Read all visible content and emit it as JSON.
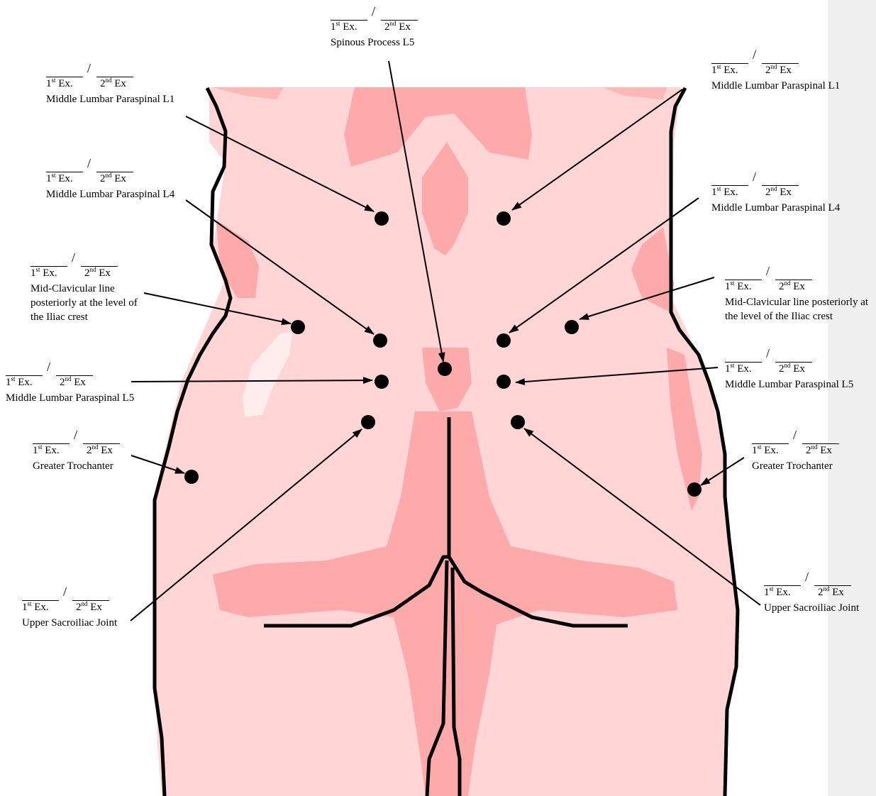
{
  "diagram": {
    "first_exam_label": "Ex.",
    "first_exam_ordinal": "st",
    "first_exam_number": "1",
    "second_exam_label": "Ex",
    "second_exam_ordinal": "nd",
    "second_exam_number": "2",
    "separator": "/",
    "colors": {
      "skin": "#ffd5d5",
      "shade": "#ffaaaa",
      "highlight": "#ffecec",
      "outline": "#000000",
      "point": "#000000",
      "side_strip": "#f0f0f0"
    },
    "sites": [
      {
        "id": "spinous-l5",
        "name": "Spinous Process L5"
      },
      {
        "id": "l1-left",
        "name": "Middle Lumbar Paraspinal L1"
      },
      {
        "id": "l1-right",
        "name": "Middle Lumbar Paraspinal L1"
      },
      {
        "id": "l4-left",
        "name": "Middle Lumbar Paraspinal L4"
      },
      {
        "id": "l4-right",
        "name": "Middle Lumbar Paraspinal L4"
      },
      {
        "id": "iliac-left",
        "name": "Mid-Clavicular line posteriorly at the level of the Iliac crest"
      },
      {
        "id": "iliac-right",
        "name": "Mid-Clavicular line posteriorly at the level of the Iliac crest"
      },
      {
        "id": "l5-left",
        "name": "Middle Lumbar Paraspinal L5"
      },
      {
        "id": "l5-right",
        "name": "Middle Lumbar Paraspinal L5"
      },
      {
        "id": "trochanter-left",
        "name": "Greater Trochanter"
      },
      {
        "id": "trochanter-right",
        "name": "Greater Trochanter"
      },
      {
        "id": "si-left",
        "name": "Upper Sacroiliac Joint"
      },
      {
        "id": "si-right",
        "name": "Upper Sacroiliac Joint"
      }
    ]
  }
}
